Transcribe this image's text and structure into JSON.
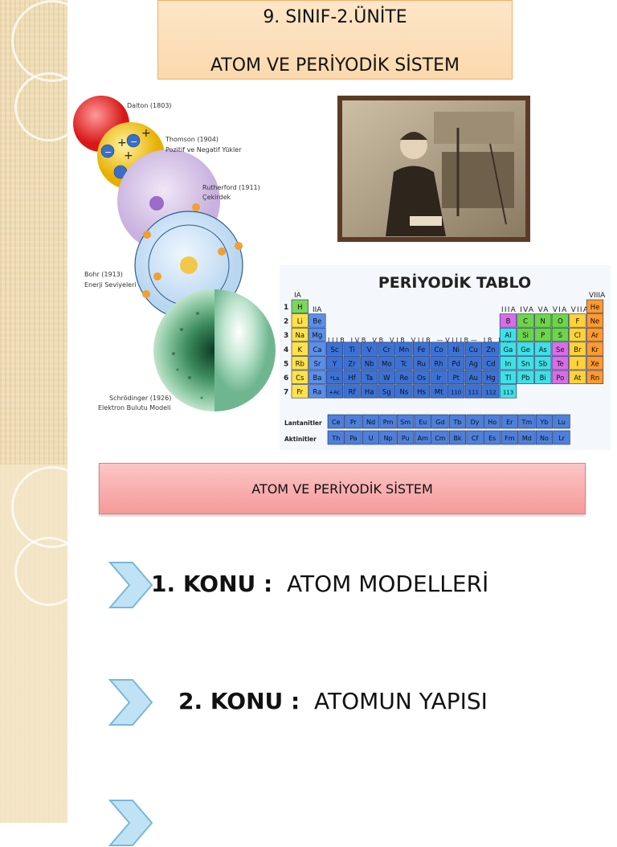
{
  "header": {
    "line1": "9. SINIF-2.ÜNİTE",
    "line2": "ATOM VE PERİYODİK SİSTEM"
  },
  "atom_models": {
    "dalton": "Dalton (1803)",
    "thomson_name": "Thomson (1904)",
    "thomson_desc": "Pozitif ve Negatif Yükler",
    "rutherford_name": "Rutherford (1911)",
    "rutherford_desc": "Çekirdek",
    "bohr_name": "Bohr (1913)",
    "bohr_desc": "Enerji Seviyeleri",
    "schrodinger_name": "Schrödinger (1926)",
    "schrodinger_desc": "Elektron Bulutu Modeli"
  },
  "periodic_table": {
    "title": "PERİYODİK TABLO",
    "group_ia": "IA",
    "group_iia": "IIA",
    "group_viiia": "VIIIA",
    "groups_right": "IIIA IVA VA VIA VIIA",
    "groups_middle": "IIIB IVB VB VIB VIIB —VIIIB— IB IIB",
    "lanthanides_label": "Lantanitler",
    "actinides_label": "Aktinitler",
    "rows": [
      [
        "H",
        "",
        "",
        "",
        "",
        "",
        "",
        "",
        "",
        "",
        "",
        "",
        "",
        "",
        "",
        "",
        "",
        "He"
      ],
      [
        "Li",
        "Be",
        "",
        "",
        "",
        "",
        "",
        "",
        "",
        "",
        "",
        "",
        "B",
        "C",
        "N",
        "O",
        "F",
        "Ne"
      ],
      [
        "Na",
        "Mg",
        "",
        "",
        "",
        "",
        "",
        "",
        "",
        "",
        "",
        "",
        "Al",
        "Si",
        "P",
        "S",
        "Cl",
        "Ar"
      ],
      [
        "K",
        "Ca",
        "Sc",
        "Ti",
        "V",
        "Cr",
        "Mn",
        "Fe",
        "Co",
        "Ni",
        "Cu",
        "Zn",
        "Ga",
        "Ge",
        "As",
        "Se",
        "Br",
        "Kr"
      ],
      [
        "Rb",
        "Sr",
        "Y",
        "Zr",
        "Nb",
        "Mo",
        "Tc",
        "Ru",
        "Rh",
        "Pd",
        "Ag",
        "Cd",
        "In",
        "Sn",
        "Sb",
        "Te",
        "I",
        "Xe"
      ],
      [
        "Cs",
        "Ba",
        "*La",
        "Hf",
        "Ta",
        "W",
        "Re",
        "Os",
        "Ir",
        "Pt",
        "Au",
        "Hg",
        "Tl",
        "Pb",
        "Bi",
        "Po",
        "At",
        "Rn"
      ],
      [
        "Fr",
        "Ra",
        "+Ac",
        "Rf",
        "Ha",
        "Sg",
        "Ns",
        "Hs",
        "Mt",
        "110",
        "111",
        "112",
        "113",
        "",
        "",
        "",
        "",
        ""
      ]
    ],
    "lanthanides": [
      "Ce",
      "Pr",
      "Nd",
      "Pm",
      "Sm",
      "Eu",
      "Gd",
      "Tb",
      "Dy",
      "Ho",
      "Er",
      "Tm",
      "Yb",
      "Lu"
    ],
    "actinides": [
      "Th",
      "Pa",
      "U",
      "Np",
      "Pu",
      "Am",
      "Cm",
      "Bk",
      "Cf",
      "Es",
      "Fm",
      "Md",
      "No",
      "Lr"
    ]
  },
  "banner": {
    "text": "ATOM VE PERİYODİK SİSTEM"
  },
  "topics": [
    {
      "label": "1. KONU :",
      "text": "ATOM MODELLERİ"
    },
    {
      "label": "2. KONU :",
      "text": "ATOMUN YAPISI"
    }
  ]
}
